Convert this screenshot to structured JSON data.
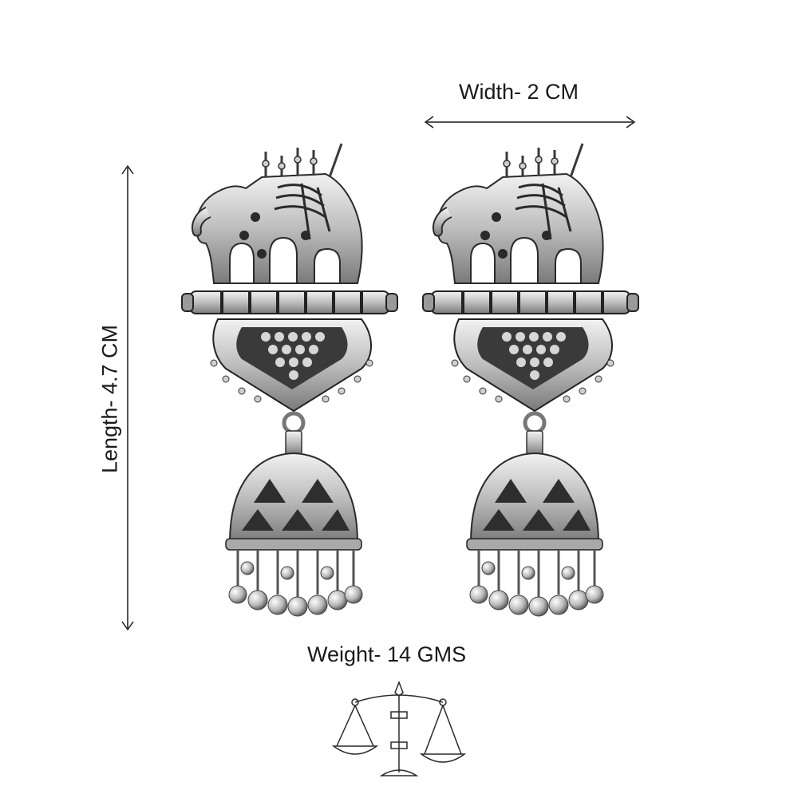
{
  "product_image": {
    "subject": "pair of silver oxidised elephant jhumka earrings",
    "metal_color": "#c9c9c9",
    "shadow_color": "#2a2a2a"
  },
  "dimensions": {
    "width_label": "Width- 2 CM",
    "length_label": "Length- 4.7 CM",
    "weight_label": "Weight- 14 GMS"
  },
  "icons": {
    "weight": "balance-scale-icon",
    "arrows": "double-headed-arrow"
  }
}
